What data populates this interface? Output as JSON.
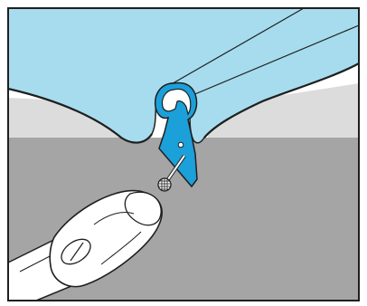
{
  "colors": {
    "membrane": "#A6DCEE",
    "clip": "#1BA0D9",
    "wall": "#DCDCDC",
    "ground": "#A5A5A5",
    "border": "#1F1F1F"
  },
  "icons": [
    "roof-membrane",
    "mounting-clip",
    "nail",
    "hammer"
  ]
}
